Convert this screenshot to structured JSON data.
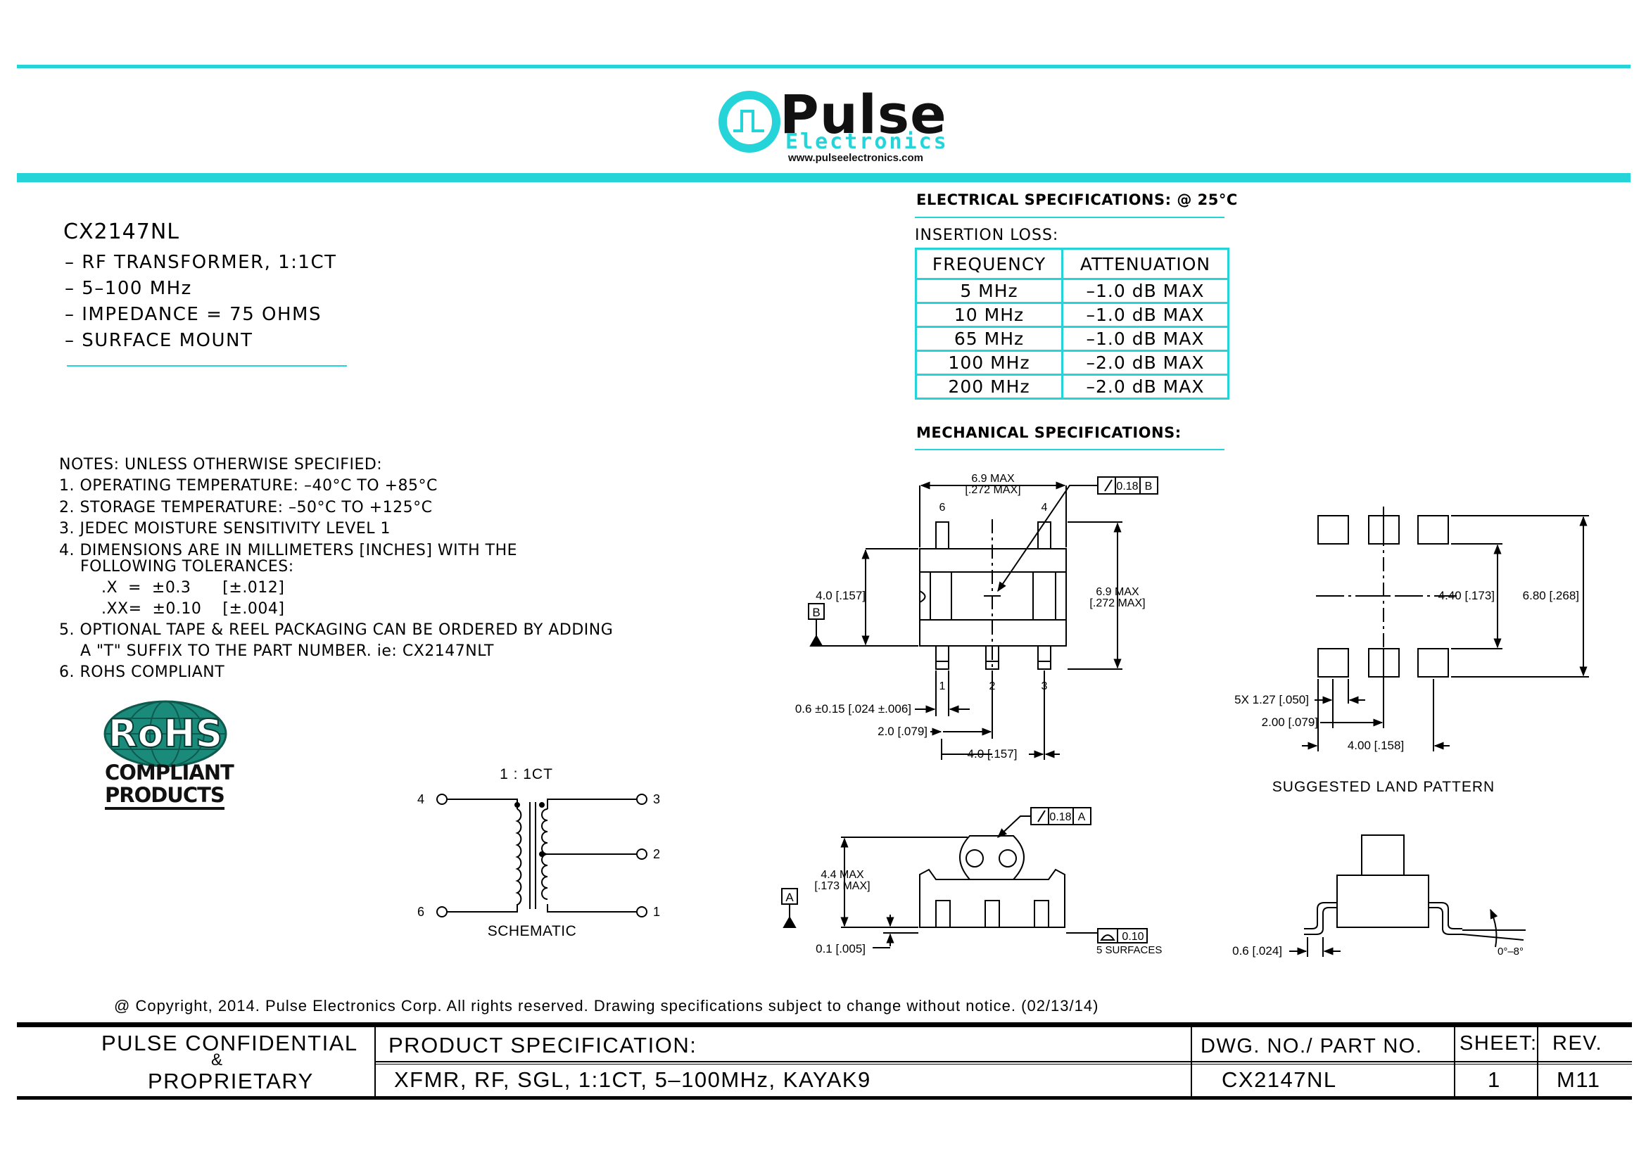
{
  "colors": {
    "accent": "#24d4d8",
    "ink": "#000000"
  },
  "logo": {
    "word": "Pulse",
    "sub": "Electronics",
    "url": "www.pulseelectronics.com"
  },
  "product": {
    "part_number": "CX2147NL",
    "features": [
      "–  RF TRANSFORMER, 1:1CT",
      "–  5–100 MHz",
      "–  IMPEDANCE = 75 OHMS",
      "–  SURFACE MOUNT"
    ]
  },
  "notes": {
    "lines": [
      "NOTES: UNLESS OTHERWISE SPECIFIED:",
      "1. OPERATING TEMPERATURE: –40°C TO +85°C",
      "2. STORAGE TEMPERATURE: –50°C TO +125°C",
      "3. JEDEC MOISTURE SENSITIVITY LEVEL 1",
      "4. DIMENSIONS ARE IN MILLIMETERS [INCHES] WITH THE",
      "    FOLLOWING TOLERANCES:",
      "        .X  =  ±0.3      [±.012]",
      "        .XX=  ±0.10    [±.004]",
      "5. OPTIONAL TAPE & REEL PACKAGING CAN BE ORDERED BY ADDING",
      "    A \"T\" SUFFIX TO THE PART NUMBER. ie: CX2147NLT",
      "6. ROHS COMPLIANT"
    ]
  },
  "rohs": {
    "badge": "RoHS",
    "line1": "COMPLIANT",
    "line2": "PRODUCTS"
  },
  "schematic": {
    "ratio": "1  :  1CT",
    "label": "SCHEMATIC",
    "pins": {
      "p4": "4",
      "p6": "6",
      "p3": "3",
      "p2": "2",
      "p1": "1"
    }
  },
  "electrical": {
    "heading": "ELECTRICAL SPECIFICATIONS: @ 25°C",
    "sub": "INSERTION LOSS:",
    "columns": [
      "FREQUENCY",
      "ATTENUATION"
    ],
    "rows": [
      {
        "freq": "5  MHz",
        "atten": "–1.0  dB  MAX"
      },
      {
        "freq": "10  MHz",
        "atten": "–1.0  dB  MAX"
      },
      {
        "freq": "65  MHz",
        "atten": "–1.0  dB  MAX"
      },
      {
        "freq": "100  MHz",
        "atten": "–2.0  dB  MAX"
      },
      {
        "freq": "200  MHz",
        "atten": "–2.0  dB  MAX"
      }
    ]
  },
  "mechanical": {
    "heading": "MECHANICAL SPECIFICATIONS:",
    "top": {
      "width": [
        "6.9  MAX",
        "[.272  MAX]"
      ],
      "flatness": "0.18",
      "flat_ref": "B",
      "height": "4.0  [.157]",
      "length": [
        "6.9  MAX",
        "[.272  MAX]"
      ],
      "datum": "B",
      "pin6": "6",
      "pin4": "4",
      "pin1": "1",
      "pin2": "2",
      "pin3": "3",
      "lead_width": "0.6  ±0.15  [.024  ±.006]",
      "half_pitch": "2.0  [.079]",
      "pitch": "4.0  [.157]"
    },
    "side": {
      "height": [
        "4.4  MAX",
        "[.173  MAX]"
      ],
      "datum": "A",
      "flatness": "0.18",
      "flat_ref": "A",
      "standoff": "0.1  [.005]",
      "coplanarity": "0.10",
      "surfaces": "5  SURFACES"
    },
    "land": {
      "title": "SUGGESTED  LAND  PATTERN",
      "inner": "4.40  [.173]",
      "outer": "6.80  [.268]",
      "pitch": "5X  1.27  [.050]",
      "half": "2.00  [.079]",
      "spacing": "4.00  [.158]"
    },
    "end": {
      "foot": "0.6  [.024]",
      "angle": "0°–8°"
    }
  },
  "copyright": "@  Copyright, 2014. Pulse Electronics Corp. All rights reserved. Drawing specifications subject to change without notice. (02/13/14)",
  "titleblock": {
    "conf1": "PULSE  CONFIDENTIAL",
    "amp": "&",
    "conf2": "PROPRIETARY",
    "spec_label": "PRODUCT  SPECIFICATION:",
    "spec_value": "XFMR,  RF,  SGL,  1:1CT,  5–100MHz,  KAYAK9",
    "dwg_label": "DWG.  NO./  PART  NO.",
    "dwg_value": "CX2147NL",
    "sheet_label": "SHEET:",
    "sheet_value": "1",
    "rev_label": "REV.",
    "rev_value": "M11"
  }
}
